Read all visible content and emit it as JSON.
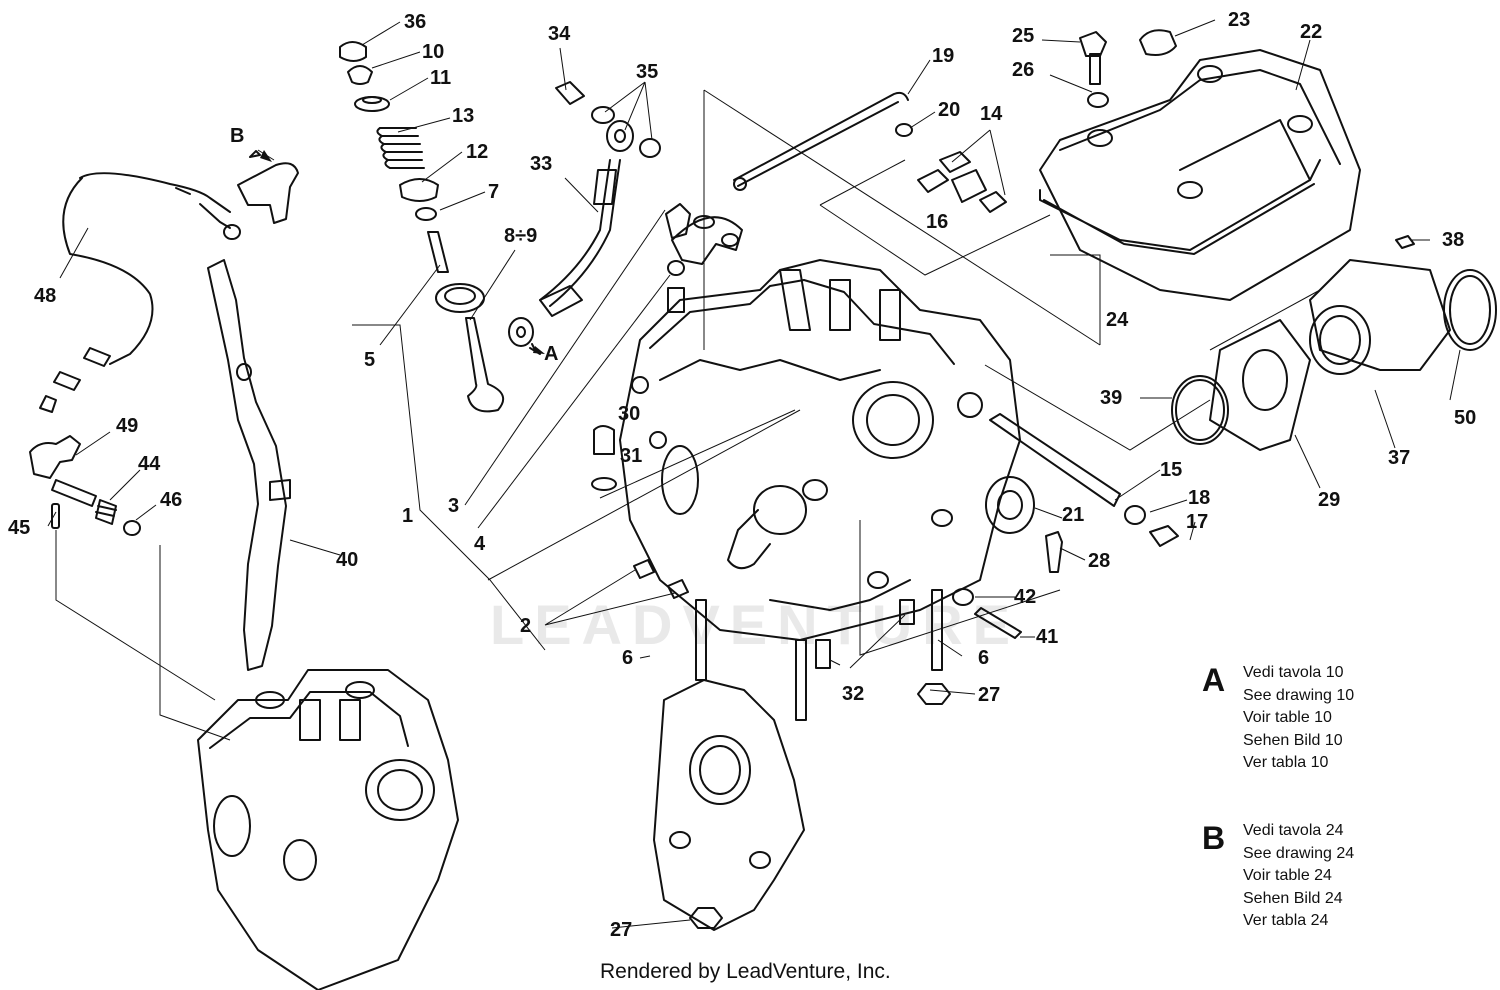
{
  "watermark": "LEADVENTURE",
  "footer": "Rendered by LeadVenture, Inc.",
  "callouts": [
    {
      "n": "36"
    },
    {
      "n": "10"
    },
    {
      "n": "11"
    },
    {
      "n": "13"
    },
    {
      "n": "12"
    },
    {
      "n": "7"
    },
    {
      "n": "8÷9"
    },
    {
      "n": "5"
    },
    {
      "n": "34"
    },
    {
      "n": "35"
    },
    {
      "n": "33"
    },
    {
      "n": "A"
    },
    {
      "n": "B"
    },
    {
      "n": "48"
    },
    {
      "n": "49"
    },
    {
      "n": "44"
    },
    {
      "n": "46"
    },
    {
      "n": "45"
    },
    {
      "n": "40"
    },
    {
      "n": "1"
    },
    {
      "n": "3"
    },
    {
      "n": "4"
    },
    {
      "n": "2"
    },
    {
      "n": "6"
    },
    {
      "n": "6"
    },
    {
      "n": "32"
    },
    {
      "n": "27"
    },
    {
      "n": "27"
    },
    {
      "n": "30"
    },
    {
      "n": "31"
    },
    {
      "n": "19"
    },
    {
      "n": "20"
    },
    {
      "n": "14"
    },
    {
      "n": "16"
    },
    {
      "n": "25"
    },
    {
      "n": "23"
    },
    {
      "n": "22"
    },
    {
      "n": "26"
    },
    {
      "n": "24"
    },
    {
      "n": "38"
    },
    {
      "n": "39"
    },
    {
      "n": "37"
    },
    {
      "n": "50"
    },
    {
      "n": "29"
    },
    {
      "n": "15"
    },
    {
      "n": "18"
    },
    {
      "n": "17"
    },
    {
      "n": "21"
    },
    {
      "n": "28"
    },
    {
      "n": "42"
    },
    {
      "n": "41"
    }
  ],
  "references": [
    {
      "letter": "A",
      "lines": [
        "Vedi tavola 10",
        "See drawing 10",
        "Voir table 10",
        "Sehen Bild 10",
        "Ver tabla 10"
      ]
    },
    {
      "letter": "B",
      "lines": [
        "Vedi tavola 24",
        "See drawing 24",
        "Voir table 24",
        "Sehen Bild 24",
        "Ver tabla 24"
      ]
    }
  ]
}
